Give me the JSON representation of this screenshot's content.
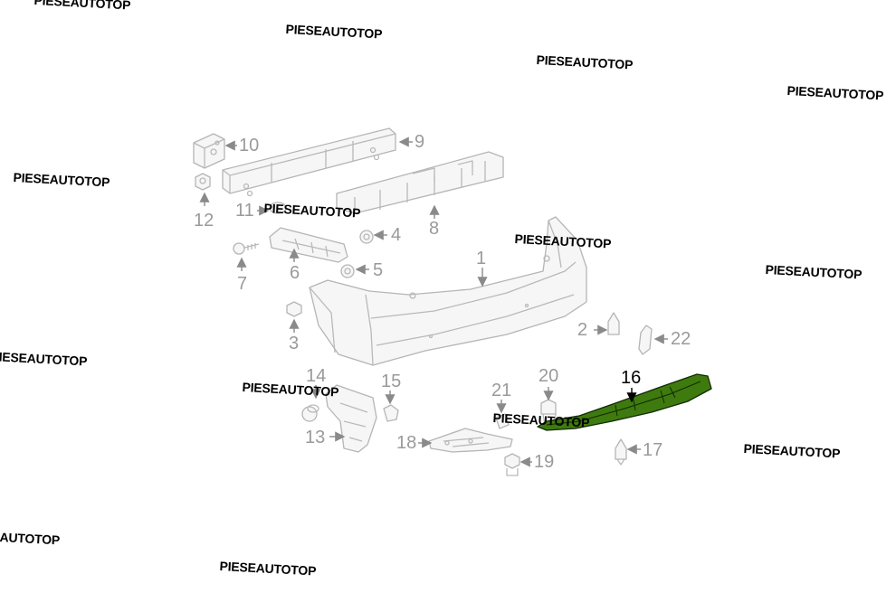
{
  "watermark_text": "PIESEAUTOTOP",
  "watermark_partial_top": "PIESEAUTOTOP",
  "watermark_partial_left": "PIESEAUTOTOP",
  "watermark_partial_bottom": "AUTOTOP",
  "highlight_color": "#3f7a0f",
  "callouts": {
    "p1": "1",
    "p2": "2",
    "p3": "3",
    "p4": "4",
    "p5": "5",
    "p6": "6",
    "p7": "7",
    "p8": "8",
    "p9": "9",
    "p10": "10",
    "p11": "11",
    "p12": "12",
    "p13": "13",
    "p14": "14",
    "p15": "15",
    "p16": "16",
    "p17": "17",
    "p18": "18",
    "p19": "19",
    "p20": "20",
    "p21": "21",
    "p22": "22"
  }
}
